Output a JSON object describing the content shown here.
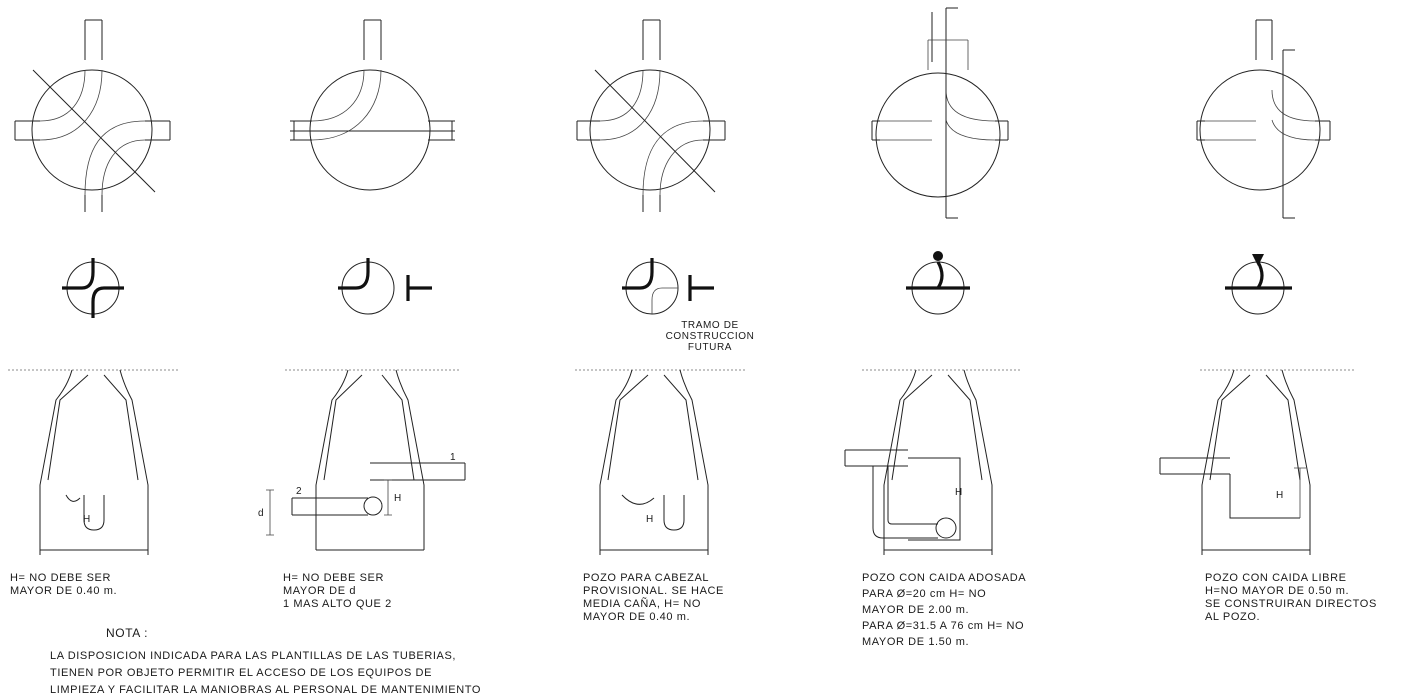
{
  "labels": {
    "case1": [
      "H= NO DEBE SER",
      "MAYOR DE 0.40 m."
    ],
    "case2": [
      "H= NO DEBE SER",
      "MAYOR DE d",
      "1 MAS ALTO QUE 2"
    ],
    "case3": [
      "POZO PARA CABEZAL",
      "PROVISIONAL. SE HACE",
      "MEDIA CAÑA, H= NO",
      "MAYOR DE 0.40 m."
    ],
    "case4": [
      "POZO CON CAIDA ADOSADA",
      "PARA Ø=20 cm H= NO",
      "MAYOR DE 2.00 m.",
      "PARA Ø=31.5 A 76 cm H= NO",
      "MAYOR DE 1.50 m."
    ],
    "case5": [
      "POZO CON CAIDA LIBRE",
      "H=NO MAYOR DE 0.50 m.",
      "SE CONSTRUIRAN DIRECTOS",
      "AL POZO."
    ]
  },
  "tramo": [
    "TRAMO DE",
    "CONSTRUCCION",
    "FUTURA"
  ],
  "pipe_marks": {
    "one": "1",
    "two": "2",
    "h": "H",
    "d": "d"
  },
  "nota": {
    "title": "NOTA :",
    "lines": [
      "LA DISPOSICION INDICADA PARA LAS PLANTILLAS DE LAS TUBERIAS,",
      "TIENEN POR OBJETO PERMITIR EL ACCESO DE LOS EQUIPOS DE",
      "LIMPIEZA Y FACILITAR LA MANIOBRAS AL PERSONAL DE MANTENIMIENTO"
    ]
  }
}
